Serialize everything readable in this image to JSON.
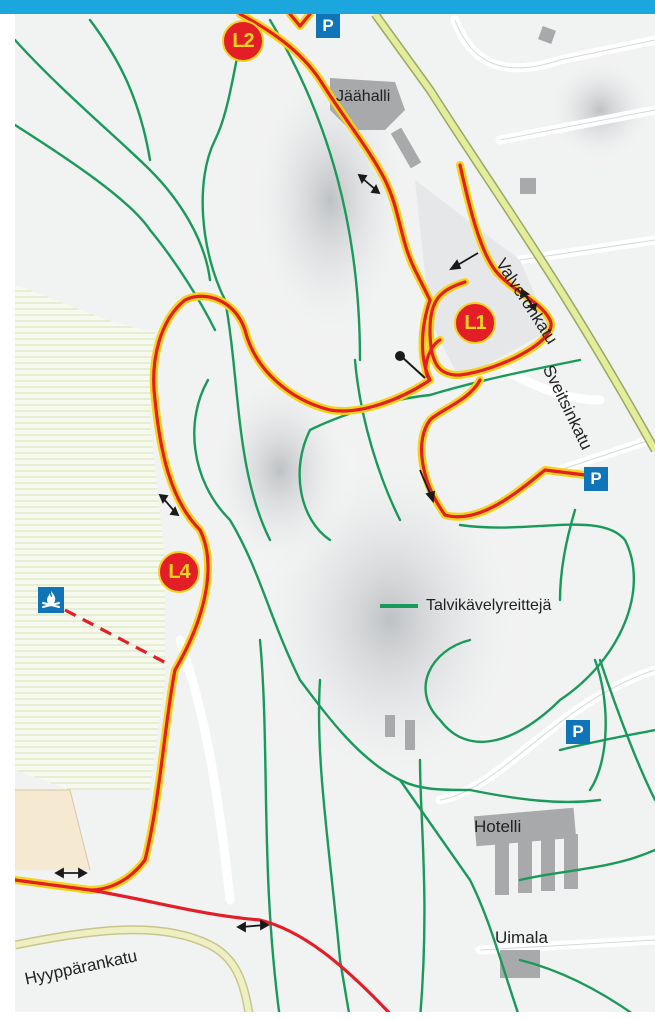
{
  "map": {
    "street_labels": {
      "valveronkatu": "Valveronkatu",
      "sveitsinkatu": "Sveitsinkatu",
      "hyypparankatu": "Hyyppärankatu"
    },
    "place_labels": {
      "jaahalli": "Jäähalli",
      "hotelli": "Hotelli",
      "uimala": "Uimala"
    },
    "loop_markers": {
      "l1": "L1",
      "l2": "L2",
      "l4": "L4"
    },
    "parking_label": "P",
    "legend": {
      "label": "Talvikävelyreittejä"
    },
    "icons": {
      "parking": "parking-icon",
      "campfire": "campfire-icon",
      "arrow": "direction-arrow-icon"
    },
    "colors": {
      "ski_trail": "#e41e26",
      "ski_trail_glow": "#f6d31b",
      "walking_route": "#1a9a5a",
      "parking": "#0f75b8",
      "top_bar": "#1ba7de",
      "main_road": "#c8d97a"
    }
  }
}
